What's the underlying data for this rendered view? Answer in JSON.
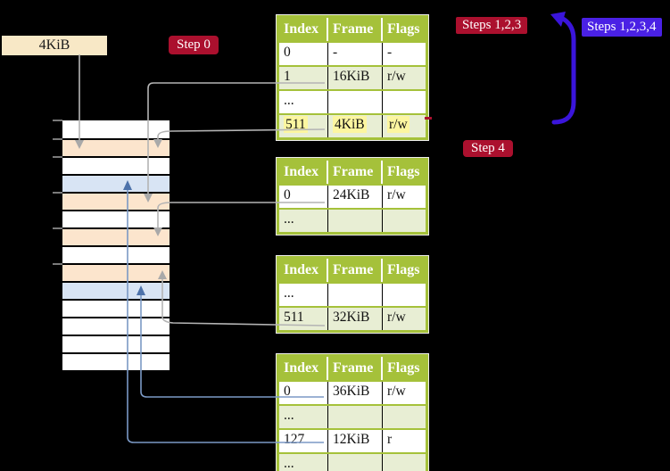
{
  "size_box": {
    "label": "4KiB"
  },
  "badges": {
    "step0": "Step 0",
    "steps123": "Steps 1,2,3",
    "steps1234": "Steps 1,2,3,4",
    "step4": "Step 4"
  },
  "tables": [
    {
      "headers": [
        "Index",
        "Frame",
        "Flags"
      ],
      "rows": [
        {
          "cells": [
            "0",
            "-",
            "-"
          ]
        },
        {
          "cells": [
            "1",
            "16KiB",
            "r/w"
          ]
        },
        {
          "cells": [
            "...",
            "",
            ""
          ]
        },
        {
          "cells": [
            "511",
            "4KiB",
            "r/w"
          ],
          "highlight": true
        }
      ]
    },
    {
      "headers": [
        "Index",
        "Frame",
        "Flags"
      ],
      "rows": [
        {
          "cells": [
            "0",
            "24KiB",
            "r/w"
          ]
        },
        {
          "cells": [
            "...",
            "",
            ""
          ]
        }
      ]
    },
    {
      "headers": [
        "Index",
        "Frame",
        "Flags"
      ],
      "rows": [
        {
          "cells": [
            "...",
            "",
            ""
          ]
        },
        {
          "cells": [
            "511",
            "32KiB",
            "r/w"
          ]
        }
      ]
    },
    {
      "headers": [
        "Index",
        "Frame",
        "Flags"
      ],
      "rows": [
        {
          "cells": [
            "0",
            "36KiB",
            "r/w"
          ]
        },
        {
          "cells": [
            "...",
            "",
            ""
          ]
        },
        {
          "cells": [
            "127",
            "12KiB",
            "r"
          ]
        },
        {
          "cells": [
            "...",
            "",
            ""
          ]
        }
      ]
    }
  ],
  "memory_strip": {
    "rows": [
      "white",
      "peach",
      "white",
      "blue",
      "peach",
      "white",
      "peach",
      "white",
      "peach",
      "blue",
      "white",
      "white",
      "white",
      "white"
    ]
  },
  "colors": {
    "table_header_green": "#a5c13a",
    "table_row_green": "#e8eed4",
    "frame_peach": "#fce5cd",
    "page_blue": "#d8e4f4",
    "size_box_cream": "#f8e8c6",
    "badge_crimson": "#ab102e",
    "badge_violet": "#4a21e5",
    "big_arrow_indigo": "#3a15db",
    "highlight_yellow": "#fcf6a0"
  }
}
